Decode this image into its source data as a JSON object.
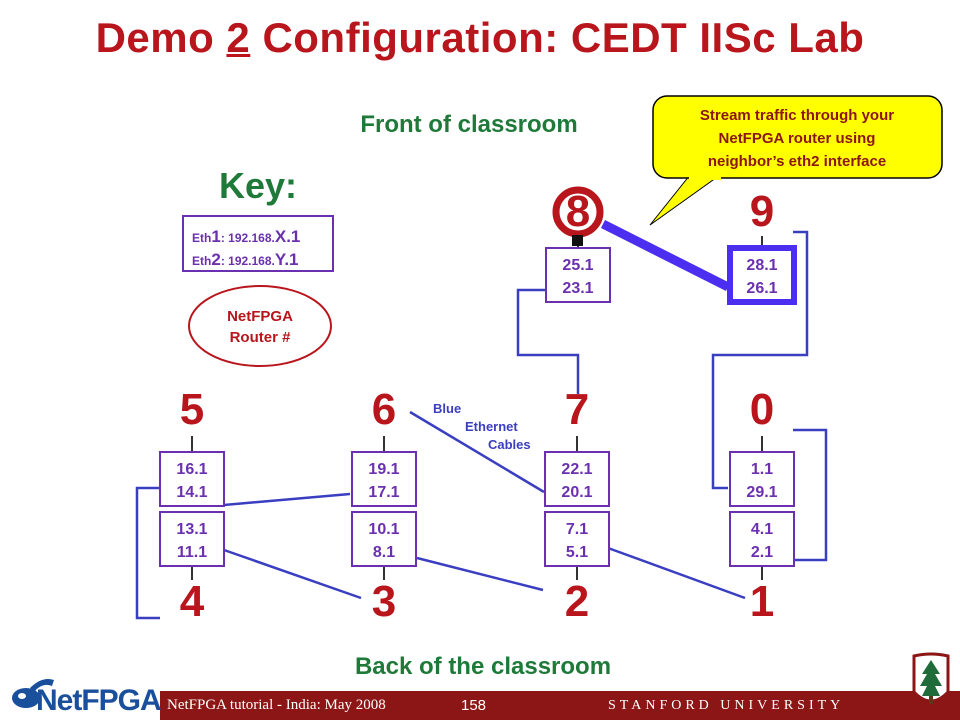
{
  "title": {
    "prefix": "Demo ",
    "number": "2",
    "suffix": " Configuration: CEDT IISc Lab"
  },
  "labels": {
    "front": "Front of classroom",
    "back": "Back of the classroom",
    "key": "Key:",
    "cables_1": "Blue",
    "cables_2": "Ethernet",
    "cables_3": "Cables"
  },
  "key": {
    "eth1_prefix": "Eth",
    "eth1_num": "1",
    "eth1_rest": ": 192.168.",
    "eth1_var": "X.1",
    "eth2_prefix": "Eth",
    "eth2_num": "2",
    "eth2_rest": ": 192.168.",
    "eth2_var": "Y.1",
    "router_line1": "NetFPGA",
    "router_line2": "Router #"
  },
  "callout": {
    "line1": "Stream traffic through your",
    "line2": "NetFPGA router using",
    "line3": "neighbor’s eth2 interface"
  },
  "routers": {
    "r0": {
      "num": "0",
      "eth1": "1.1",
      "eth2": "29.1"
    },
    "r1": {
      "num": "1",
      "eth1": "4.1",
      "eth2": "2.1"
    },
    "r2": {
      "num": "2",
      "eth1": "7.1",
      "eth2": "5.1"
    },
    "r3": {
      "num": "3",
      "eth1": "10.1",
      "eth2": "8.1"
    },
    "r4": {
      "num": "4",
      "eth1": "13.1",
      "eth2": "11.1"
    },
    "r5": {
      "num": "5",
      "eth1": "16.1",
      "eth2": "14.1"
    },
    "r6": {
      "num": "6",
      "eth1": "19.1",
      "eth2": "17.1"
    },
    "r7": {
      "num": "7",
      "eth1": "22.1",
      "eth2": "20.1"
    },
    "r8": {
      "num": "8",
      "eth1": "25.1",
      "eth2": "23.1"
    },
    "r9": {
      "num": "9",
      "eth1": "28.1",
      "eth2": "26.1"
    }
  },
  "footer": {
    "tutorial": "NetFPGA tutorial - India: May 2008",
    "page": "158",
    "university": "STANFORD UNIVERSITY",
    "logo_text": "NetFPGA"
  },
  "colors": {
    "title_red": "#b8161c",
    "label_green": "#1f7a3a",
    "cable_blue": "#3a3ec0",
    "box_purple": "#6a30b0",
    "highlight_blue": "#4b2ef0",
    "callout_yellow": "#ffff00",
    "stanford_cardinal": "#8c1515"
  }
}
